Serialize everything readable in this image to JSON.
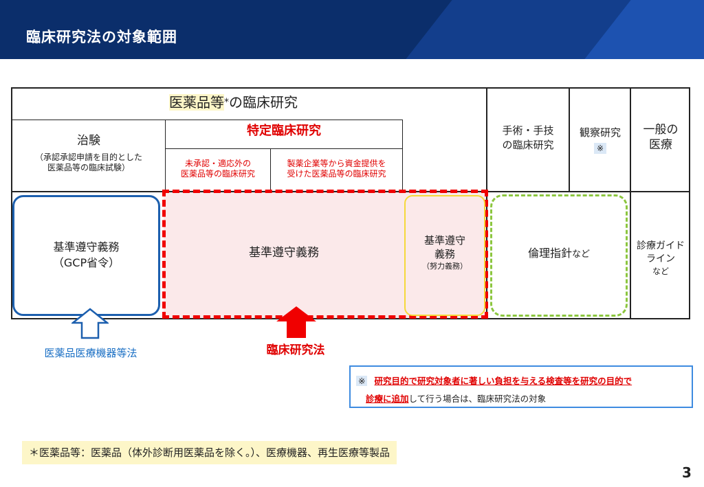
{
  "header": {
    "title": "臨床研究法の対象範囲"
  },
  "table": {
    "top_header": {
      "label": "医薬品等",
      "asterisk": "*",
      "suffix": "の臨床研究"
    },
    "chiken": {
      "title": "治験",
      "sub1": "（承認承認申請を目的とした",
      "sub2": "医薬品等の臨床試験）"
    },
    "specific": {
      "title": "特定臨床研究",
      "sub_a1": "未承認・適応外の",
      "sub_a2": "医薬品等の臨床研究",
      "sub_b1": "製薬企業等から資金提供を",
      "sub_b2": "受けた医薬品等の臨床研究"
    },
    "surgery": {
      "line1": "手術・手技",
      "line2": "の臨床研究"
    },
    "observation": {
      "line1": "観察研究",
      "mark": "※"
    },
    "general": {
      "line1": "一般の",
      "line2": "医療"
    },
    "gcp": {
      "line1": "基準遵守義務",
      "line2": "（GCP省令）"
    },
    "spec_duty": "基準遵守義務",
    "effort": {
      "line1": "基準遵守",
      "line2": "義務",
      "line3": "（努力義務）"
    },
    "ethics": {
      "main": "倫理指針",
      "suffix": "など"
    },
    "guideline": {
      "line1": "診療ガイド",
      "line2": "ライン",
      "line3": "など"
    }
  },
  "laws": {
    "pmd_act": "医薬品医療機器等法",
    "clinical_act": "臨床研究法"
  },
  "note": {
    "mark": "※",
    "line1": "研究目的で研究対象者に著しい負担を与える検査等を研究の目的で",
    "line2_red": "診療に追加",
    "line2_rest": "して行う場合は、臨床研究法の対象"
  },
  "footnote": "＊医薬品等：医薬品（体外診断用医薬品を除く。）、医療機器、再生医療等製品",
  "page_number": "3",
  "colors": {
    "header": "#0b2e6b",
    "red": "#e00000",
    "blue_border": "#1c5fae",
    "green": "#8cc63f",
    "yellow": "#f5d93a",
    "pink_fill": "#fbe9ea",
    "highlight": "#fdf6c8"
  }
}
